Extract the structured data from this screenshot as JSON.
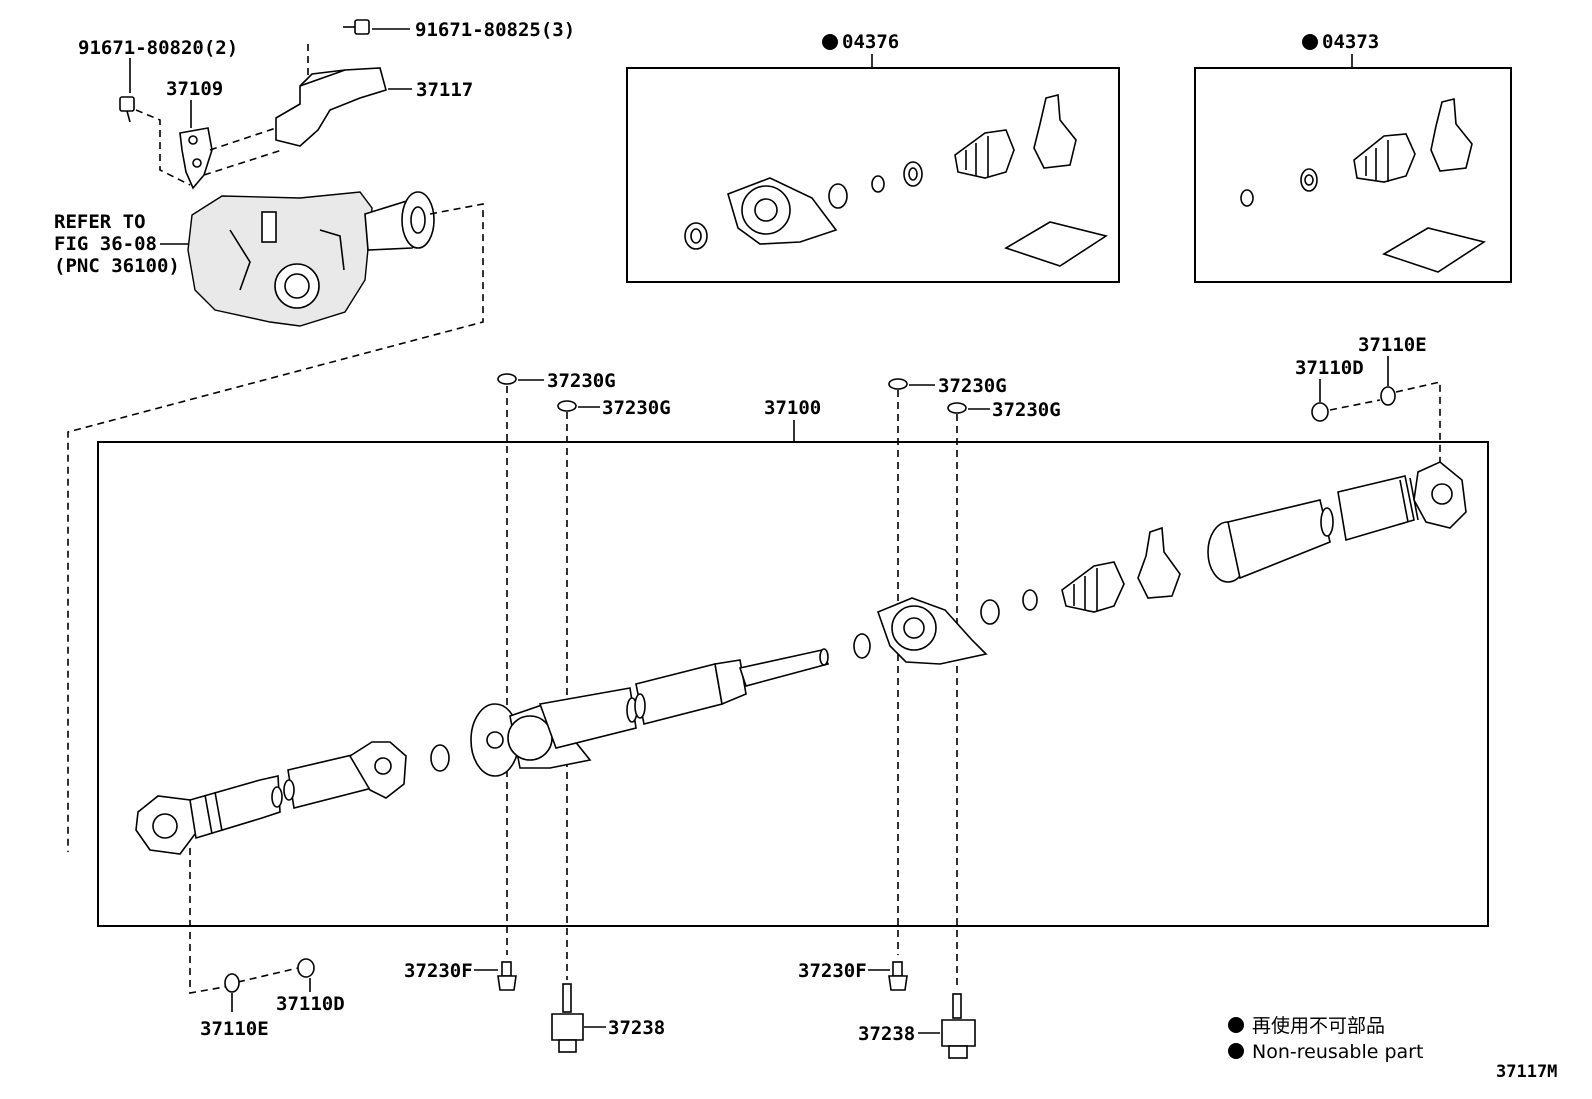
{
  "labels": {
    "bolt_91671_80820": "91671-80820(2)",
    "bolt_91671_80825": "91671-80825(3)",
    "bracket_37109": "37109",
    "heat_insulator_37117": "37117",
    "refer_line1": "REFER TO",
    "refer_line2": "FIG 36-08",
    "refer_line3": "(PNC 36100)",
    "kit_04376": "04376",
    "kit_04373": "04373",
    "p37110E_top": "37110E",
    "p37110D_top": "37110D",
    "p37230G_1": "37230G",
    "p37230G_2": "37230G",
    "p37230G_3": "37230G",
    "p37230G_4": "37230G",
    "shaft_37100": "37100",
    "p37230F_left": "37230F",
    "p37230F_right": "37230F",
    "p37238_left": "37238",
    "p37238_right": "37238",
    "p37110E_bottom": "37110E",
    "p37110D_bottom": "37110D",
    "figure_code": "37117M"
  },
  "legend": {
    "jp": "再使用不可部品",
    "en": "Non-reusable part"
  }
}
